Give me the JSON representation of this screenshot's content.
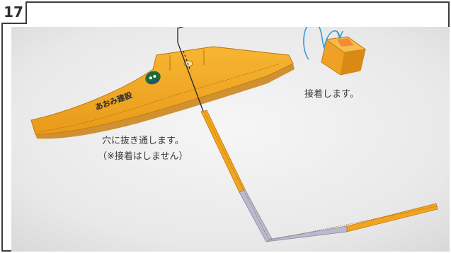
{
  "step": {
    "number": "17"
  },
  "notes": {
    "glue": "接着します。",
    "thread_line1": "穴に抜き通します。",
    "thread_line2": "（※接着はしません）"
  },
  "model": {
    "body_text": "あおみ建設"
  },
  "colors": {
    "frame": "#3c3c3c",
    "paper_orange": "#f0a020",
    "paper_shadow": "#c87a12",
    "connector_gray": "#b9b9cf",
    "arrow_blue": "#3a9ad6",
    "background_photo": "#ececec"
  }
}
